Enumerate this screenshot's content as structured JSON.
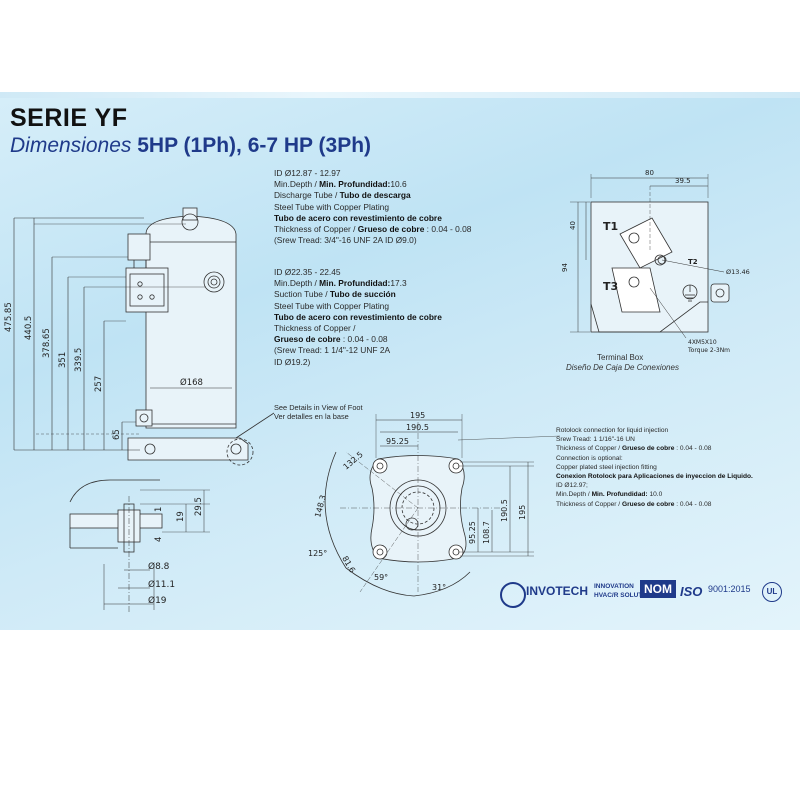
{
  "header": {
    "title": "SERIE YF",
    "subtitle_prefix": "Dimensiones",
    "subtitle_models": "5HP (1Ph), 6-7 HP (3Ph)"
  },
  "discharge_notes": {
    "id_range": "ID Ø12.87 - 12.97",
    "min_depth_en": "Min.Depth / ",
    "min_depth_es": "Min. Profundidad:",
    "min_depth_val": "10.6",
    "tube_en": "Discharge Tube / ",
    "tube_es": "Tubo de descarga",
    "steel_en": "Steel Tube with Copper Plating",
    "steel_es": "Tubo de acero con revestimiento de cobre",
    "copper_en": "Thickness of Copper / ",
    "copper_es": "Grueso de cobre",
    "copper_val": " : 0.04 - 0.08",
    "thread": "(Srew Tread: 3/4\"-16 UNF 2A ID Ø9.0)"
  },
  "suction_notes": {
    "id_range": "ID Ø22.35 - 22.45",
    "min_depth_en": "Min.Depth / ",
    "min_depth_es": "Min. Profundidad:",
    "min_depth_val": "17.3",
    "tube_en": "Suction Tube / ",
    "tube_es": "Tubo de succión",
    "steel_en": "Steel Tube with Copper Plating",
    "steel_es": "Tubo de acero con revestimiento de cobre",
    "copper_en": "Thickness of Copper /",
    "copper_es": "Grueso de cobre",
    "copper_val": " : 0.04 - 0.08",
    "thread": "(Srew Tread: 1 1/4\"-12 UNF 2A",
    "id_inner": "ID Ø19.2)"
  },
  "foot_note": {
    "en": "See Details in View of Foot",
    "es": "Ver detalles en la base"
  },
  "side_dims": {
    "h1": "475.85",
    "h2": "440.5",
    "h3": "378.65",
    "h4": "351",
    "h5": "339.5",
    "h6": "257",
    "h7": "65",
    "dia": "Ø168"
  },
  "foot_detail": {
    "d1": "Ø8.8",
    "d2": "Ø11.1",
    "d3": "Ø19",
    "v1": "19",
    "v2": "29.5",
    "v3": "4",
    "v4": "1"
  },
  "terminal_box": {
    "w_total": "80",
    "w_part": "39.5",
    "h_top": "40",
    "h_total": "94",
    "t1": "T1",
    "t2": "T2",
    "t3": "T3",
    "hole": "Ø13.46",
    "screw": "4XM5X10",
    "torque": "Torque 2-3Nm",
    "caption_en": "Terminal Box",
    "caption_es": "Diseño De Caja De Conexiones"
  },
  "base_plate": {
    "w1": "195",
    "w2": "190.5",
    "w3": "95.25",
    "h1": "195",
    "h2": "190.5",
    "h3": "108.7",
    "h4": "95.25",
    "r1": "132.5",
    "r2": "148.3",
    "r3": "81.6",
    "a1": "125°",
    "a2": "59°",
    "a3": "31°"
  },
  "rotolock_notes": {
    "l1": "Rotolock connection for liquid injection",
    "l2": "Srew Tread: 1 1/16\"-16 UN",
    "l3a": "Thickness of Copper / ",
    "l3b": "Grueso de cobre",
    "l3c": " : 0.04 - 0.08",
    "l4": "Connection is optional:",
    "l5": "Copper plated steel injection fitting",
    "l6": "Conexion Rotolock para Aplicaciones de inyeccion de Liquido.",
    "l7": "ID Ø12.97;",
    "l8a": "Min.Depth / ",
    "l8b": "Min. Profundidad:",
    "l8c": " 10.0",
    "l9a": "Thickness of Copper / ",
    "l9b": "Grueso de cobre",
    "l9c": " : 0.04 - 0.08"
  },
  "logos": {
    "invotech": "INVOTECH",
    "innovation": "INNOVATION",
    "hvac": "HVAC/R SOLUTION",
    "nom": "NOM",
    "iso": "ISO",
    "iso_num": "9001:2015",
    "ul": "UL"
  },
  "colors": {
    "title_blue": "#1f3a8a",
    "sheet_blue": "#c7e7f6",
    "line": "#333333"
  }
}
